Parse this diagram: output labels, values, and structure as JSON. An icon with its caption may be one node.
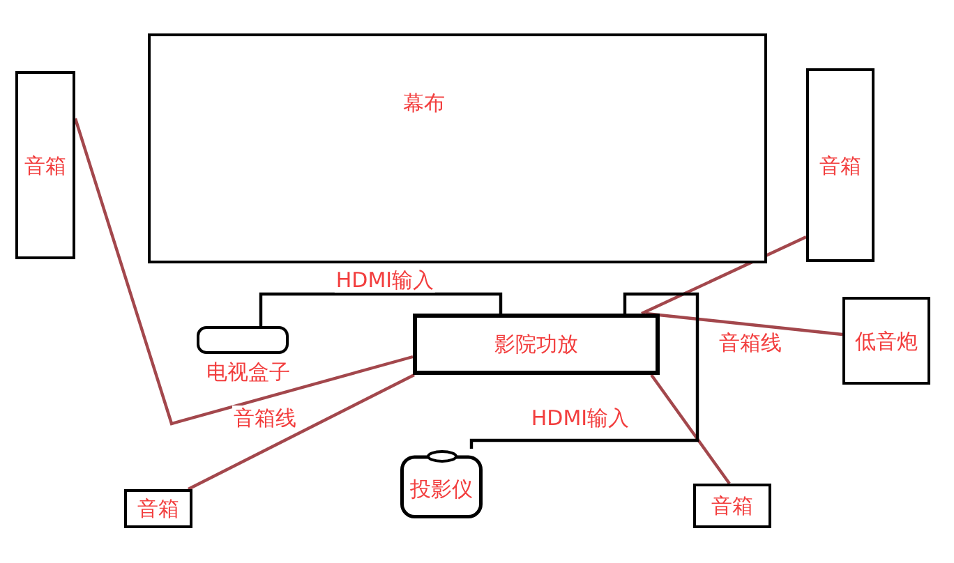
{
  "diagram": {
    "nodes": [
      {
        "text": [
          "幕布"
        ]
      },
      {
        "text": [
          "音箱"
        ]
      },
      {
        "text": [
          "音箱"
        ]
      },
      {
        "text": [
          "电视盒子"
        ]
      },
      {
        "text": [
          "影院功放"
        ]
      },
      {
        "text": [
          "低音炮"
        ]
      },
      {
        "text": [
          "音箱"
        ]
      },
      {
        "text": [
          "投影仪"
        ]
      },
      {
        "text": [
          "音箱"
        ]
      }
    ],
    "edges": [
      {
        "from": 3,
        "to": 4,
        "arrow": "none",
        "label": "HDMI输入",
        "color": "#000000"
      },
      {
        "from": 1,
        "to": 4,
        "arrow": "none",
        "label": "音箱线"
      },
      {
        "from": 6,
        "to": 4,
        "arrow": "none"
      },
      {
        "from": 2,
        "to": 4,
        "arrow": "none"
      },
      {
        "from": 5,
        "to": 4,
        "arrow": "none",
        "label": "音箱线"
      },
      {
        "from": 8,
        "to": 4,
        "arrow": "none"
      },
      {
        "from": 7,
        "to": 4,
        "arrow": "none",
        "label": "HDMI输入",
        "color": "#000000"
      }
    ]
  }
}
